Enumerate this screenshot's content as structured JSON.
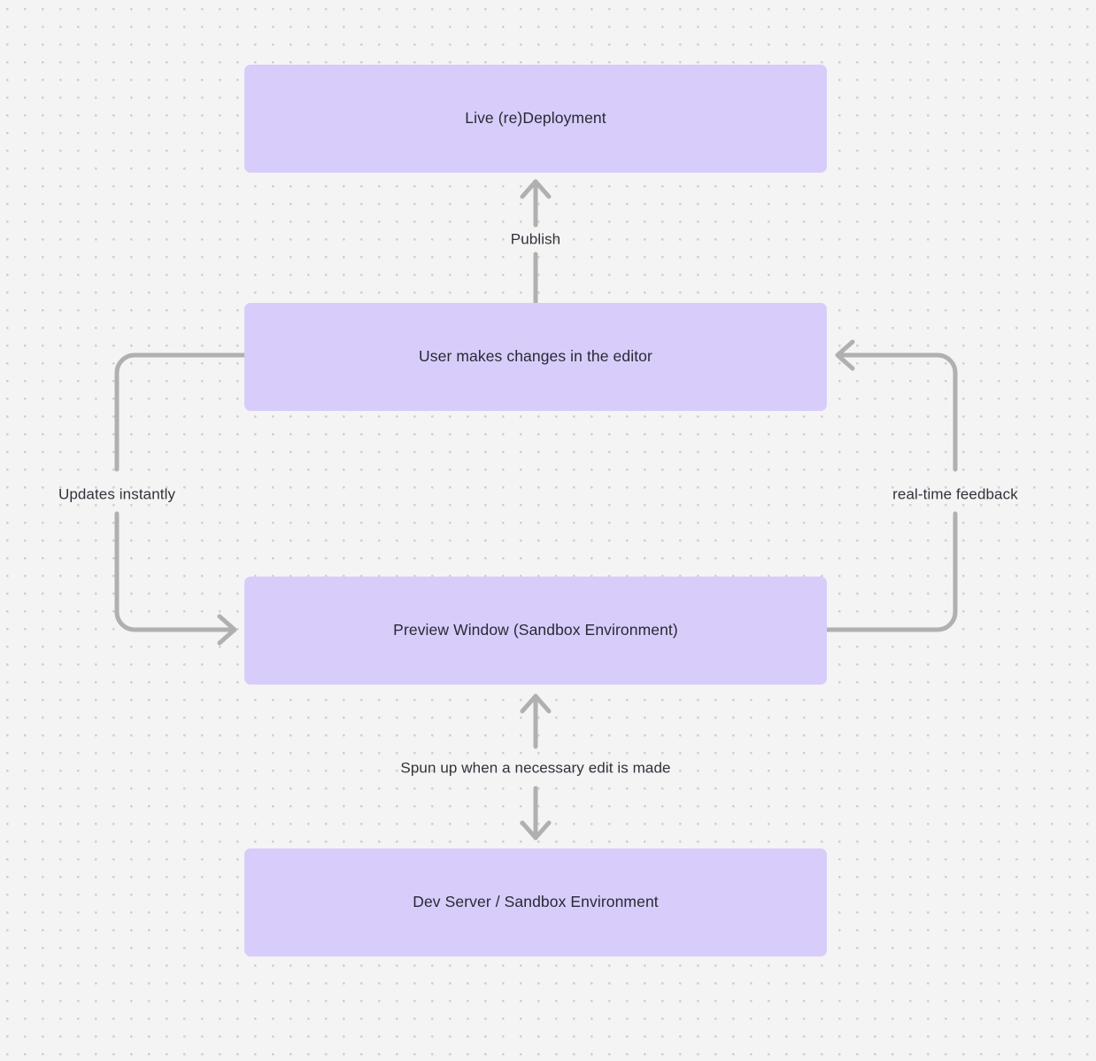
{
  "diagram": {
    "type": "flowchart",
    "background_color": "#f4f4f4",
    "dot_grid_color": "#cfcfcf",
    "node_fill_color": "#d8cdfa",
    "node_text_color": "#292935",
    "edge_color": "#b0b0b0",
    "edge_label_color": "#32323c",
    "nodes": [
      {
        "id": "live-deployment",
        "label": "Live (re)Deployment"
      },
      {
        "id": "user-edits",
        "label": "User makes changes in the editor"
      },
      {
        "id": "preview-window",
        "label": "Preview Window (Sandbox Environment)"
      },
      {
        "id": "dev-server",
        "label": "Dev Server / Sandbox Environment"
      }
    ],
    "edges": [
      {
        "id": "publish",
        "label": "Publish",
        "from": "user-edits",
        "to": "live-deployment",
        "direction": "up"
      },
      {
        "id": "updates-instantly",
        "label": "Updates instantly",
        "from": "user-edits",
        "to": "preview-window",
        "direction": "left-loop-down"
      },
      {
        "id": "real-time-feedback",
        "label": "real-time feedback",
        "from": "preview-window",
        "to": "user-edits",
        "direction": "right-loop-up"
      },
      {
        "id": "spun-up",
        "label": "Spun up when a necessary edit is made",
        "from": "preview-window",
        "to": "dev-server",
        "direction": "bidirectional-vertical"
      }
    ]
  }
}
